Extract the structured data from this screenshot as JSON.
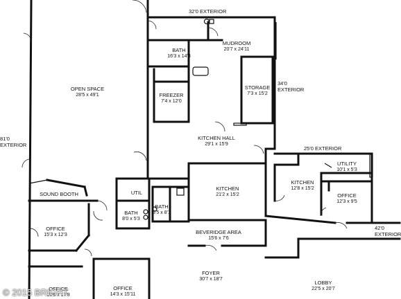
{
  "exterior_labels": {
    "top": "32'0 EXTERIOR",
    "right_upper_value": "34'0",
    "right_upper_word": "EXTERIOR",
    "right_mid": "25'0 EXTERIOR",
    "right_lower_value": "42'0",
    "right_lower_word": "EXTERIOR",
    "left_value": "81'0",
    "left_word": "EXTERIOR"
  },
  "rooms": {
    "open_space": {
      "name": "OPEN SPACE",
      "dims": "28'5 x 49'1"
    },
    "bath_upper": {
      "name": "BATH",
      "dims": "16'3 x 14'3"
    },
    "mudroom": {
      "name": "MUDROOM",
      "dims": "20'7 x 24'11"
    },
    "freezer": {
      "name": "FREEZER",
      "dims": "7'4 x 12'0"
    },
    "storage": {
      "name": "STORAGE",
      "dims": "7'3 x 15'2"
    },
    "kitchen_hall": {
      "name": "KITCHEN HALL",
      "dims": "29'1 x 15'9"
    },
    "utility": {
      "name": "UTILITY",
      "dims": "10'1 x 5'3"
    },
    "kitchen_right": {
      "name": "KITCHEN",
      "dims": "12'8 x 15'2"
    },
    "kitchen_main": {
      "name": "KITCHEN",
      "dims": "21'2 x 15'2"
    },
    "sound_booth": {
      "name": "SOUND BOOTH",
      "dims": ""
    },
    "util": {
      "name": "UTIL",
      "dims": ""
    },
    "bath_small": {
      "name": "BATH",
      "dims": "8'5 x 8'1"
    },
    "bath_mid": {
      "name": "BATH",
      "dims": "8'0 x 5'3"
    },
    "office_right": {
      "name": "OFFICE",
      "dims": "12'3 x 9'5"
    },
    "office_left": {
      "name": "OFFICE",
      "dims": "15'3 x 12'3"
    },
    "beveridge": {
      "name": "BEVERIDGE AREA",
      "dims": "15'6 x 7'6"
    },
    "foyer": {
      "name": "FOYER",
      "dims": "30'7 x 18'7"
    },
    "lobby": {
      "name": "LOBBY",
      "dims": "22'5 x 20'7"
    },
    "office_bottom": {
      "name": "OFFICE",
      "dims": "14'3 x 15'11"
    },
    "office_bottom_left": {
      "name": "OFFICE",
      "dims": "15'6 x 17'8"
    }
  },
  "watermark": "© 2015 BRIGHT"
}
